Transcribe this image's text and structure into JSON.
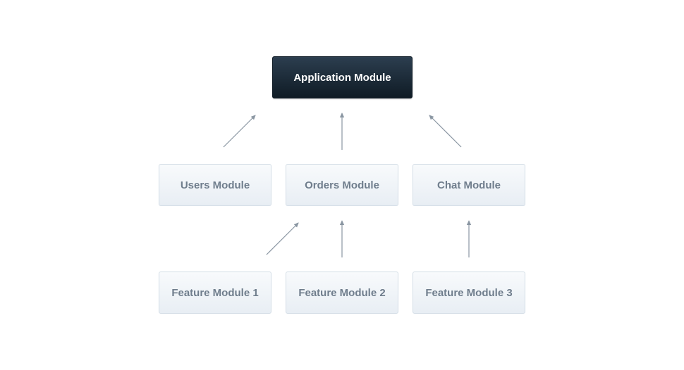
{
  "diagram": {
    "root": {
      "label": "Application Module"
    },
    "modules": [
      {
        "label": "Users Module"
      },
      {
        "label": "Orders Module"
      },
      {
        "label": "Chat Module"
      },
      {
        "label": "Feature Module 1"
      },
      {
        "label": "Feature Module 2"
      },
      {
        "label": "Feature Module 3"
      }
    ],
    "edges": [
      {
        "from": "Users Module",
        "to": "Application Module"
      },
      {
        "from": "Orders Module",
        "to": "Application Module"
      },
      {
        "from": "Chat Module",
        "to": "Application Module"
      },
      {
        "from": "Feature Module 1",
        "to": "Orders Module"
      },
      {
        "from": "Feature Module 2",
        "to": "Orders Module"
      },
      {
        "from": "Feature Module 3",
        "to": "Chat Module"
      }
    ],
    "colors": {
      "root_fill": "#1a2b3a",
      "child_fill": "#eef2f6",
      "child_text": "#6f7d8c",
      "arrow": "#8a96a2"
    }
  }
}
